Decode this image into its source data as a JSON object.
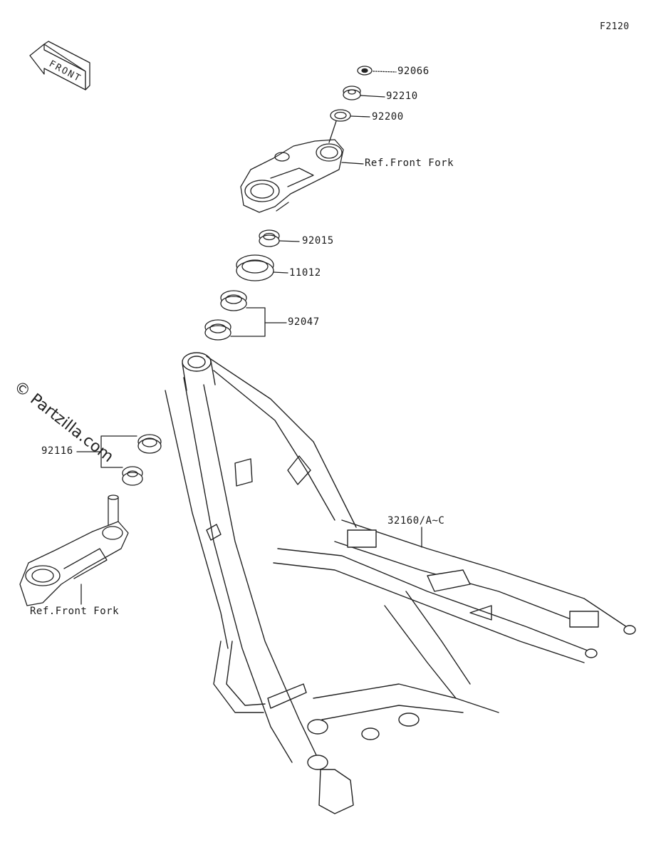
{
  "diagram_id": "F2120",
  "front_arrow_label": "FRONT",
  "watermark": "© Partzilla.com",
  "parts": [
    {
      "number": "92066"
    },
    {
      "number": "92210"
    },
    {
      "number": "92200"
    },
    {
      "number": "Ref.Front Fork"
    },
    {
      "number": "92015"
    },
    {
      "number": "11012"
    },
    {
      "number": "92047"
    },
    {
      "number": "92116"
    },
    {
      "number": "Ref.Front Fork"
    },
    {
      "number": "32160/A~C"
    }
  ]
}
